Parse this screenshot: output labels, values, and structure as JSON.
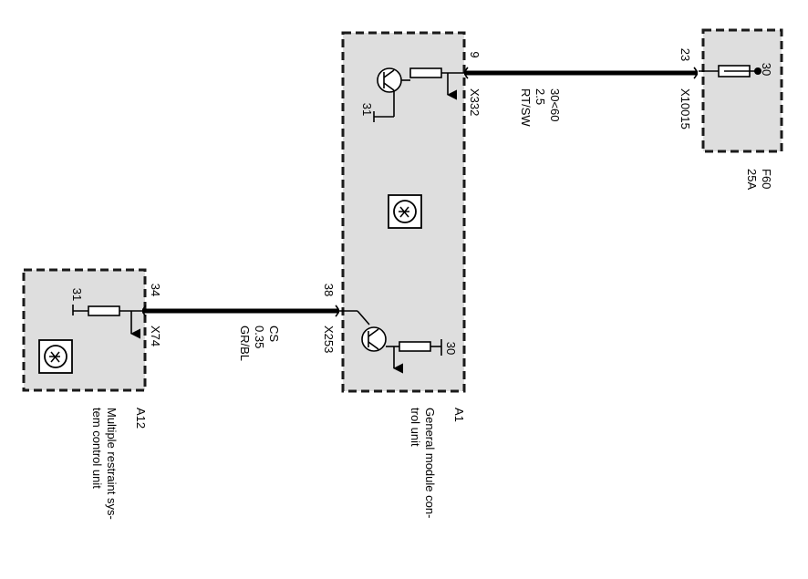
{
  "modules": {
    "a12": {
      "id": "A12",
      "name_line1": "Multiple restraint sys-",
      "name_line2": "tem  control unit"
    },
    "a1": {
      "id": "A1",
      "name_line1": "General module con-",
      "name_line2": "trol unit"
    },
    "f60": {
      "id": "F60",
      "rating": "25A"
    }
  },
  "pins": {
    "a12_ground": "31",
    "a12_pin": "34",
    "a1_pin38": "38",
    "a1_term30": "30",
    "a1_pin9": "9",
    "a1_ground": "31",
    "f60_pin23": "23",
    "f60_term30": "30"
  },
  "connectors": {
    "x74": "X74",
    "x253": "X253",
    "x332": "X332",
    "x10015": "X10015"
  },
  "wires": {
    "w1": {
      "signal": "CS",
      "size": "0.35",
      "color": "GR/BL"
    },
    "w2": {
      "signal": "30<60",
      "size": "2.5",
      "color": "RT/SW"
    }
  }
}
